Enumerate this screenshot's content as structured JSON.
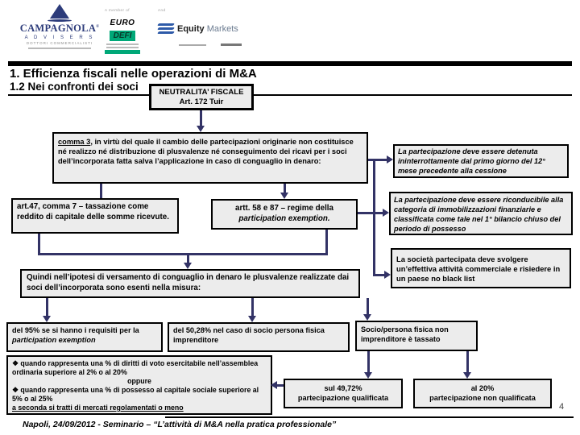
{
  "colors": {
    "arrow": "#333366",
    "box_bg": "#ececec",
    "campagnola_blue": "#2c3b7a",
    "eurodefi_green": "#00a878",
    "equity_blue": "#2e5aa8"
  },
  "logos": {
    "campagnola": {
      "name": "CAMPAGNOLA",
      "reg": "®",
      "advisers": "A D V I S E R S",
      "sub": "DOTTORI COMMERCIALISTI"
    },
    "member_note": "A member of",
    "and_note": "And",
    "eurodefi": {
      "euro": "EURO",
      "defi": "DEFI"
    },
    "equity": {
      "word1": "Equity",
      "word2": "Markets"
    }
  },
  "title": {
    "line1": "1. Efficienza fiscali nelle operazioni di M&A",
    "line2": "1.2 Nei confronti dei soci"
  },
  "flowchart": {
    "neutralita": {
      "line1": "NEUTRALITA’ FISCALE",
      "line2": "Art. 172 Tuir"
    },
    "comma3": {
      "lead": "comma 3",
      "rest": ", in virtù del quale il cambio delle partecipazioni originarie non costituisce né realizzo né distribuzione di plusvalenze né conseguimento dei ricavi per i soci dell’incorporata fatta salva l’applicazione in caso di conguaglio in denaro:"
    },
    "right1": "La partecipazione deve essere detenuta ininterrottamente dal primo giorno del 12° mese precedente alla cessione",
    "right2": "La partecipazione deve essere riconducibile alla categoria di immobilizzazioni finanziarie e classificata come tale nel 1° bilancio chiuso del periodo di possesso",
    "right3": "La società partecipata deve svolgere un’effettiva attività commerciale e risiedere in un paese no black list",
    "art47": "art.47, comma 7 – tassazione come reddito di capitale delle somme ricevute.",
    "artt58": {
      "pre": "artt. 58 e 87 – regime della ",
      "italic": "participation exemption."
    },
    "quindi": "Quindi nell’ipotesi di versamento di conguaglio in denaro le plusvalenze realizzate dai soci dell’incorporata sono esenti nella misura:",
    "del95": {
      "pre": "del 95% se si hanno i requisiti per la ",
      "italic": "participation exemption"
    },
    "del5028": "del 50,28% nel caso di socio persona fisica imprenditore",
    "socio": "Socio/persona fisica non imprenditore è tassato",
    "detail": {
      "bullet": "❖",
      "item1": "quando rappresenta una % di diritti di voto esercitabile nell’assemblea ordinaria superiore al 2% o al 20%",
      "oppure": "oppure",
      "item2": "quando rappresenta una % di possesso al capitale sociale superiore al 5% o al 25%",
      "footnote": "a seconda si tratti di mercati regolamentati o meno"
    },
    "qualificata": {
      "line1": "sul 49,72%",
      "line2": "partecipazione qualificata"
    },
    "non_qualificata": {
      "line1": "al 20%",
      "line2": "partecipazione non qualificata"
    }
  },
  "footer": {
    "text": "Napoli, 24/09/2012 - Seminario – “L’attività di M&A nella pratica professionale”",
    "page_number": "4"
  }
}
